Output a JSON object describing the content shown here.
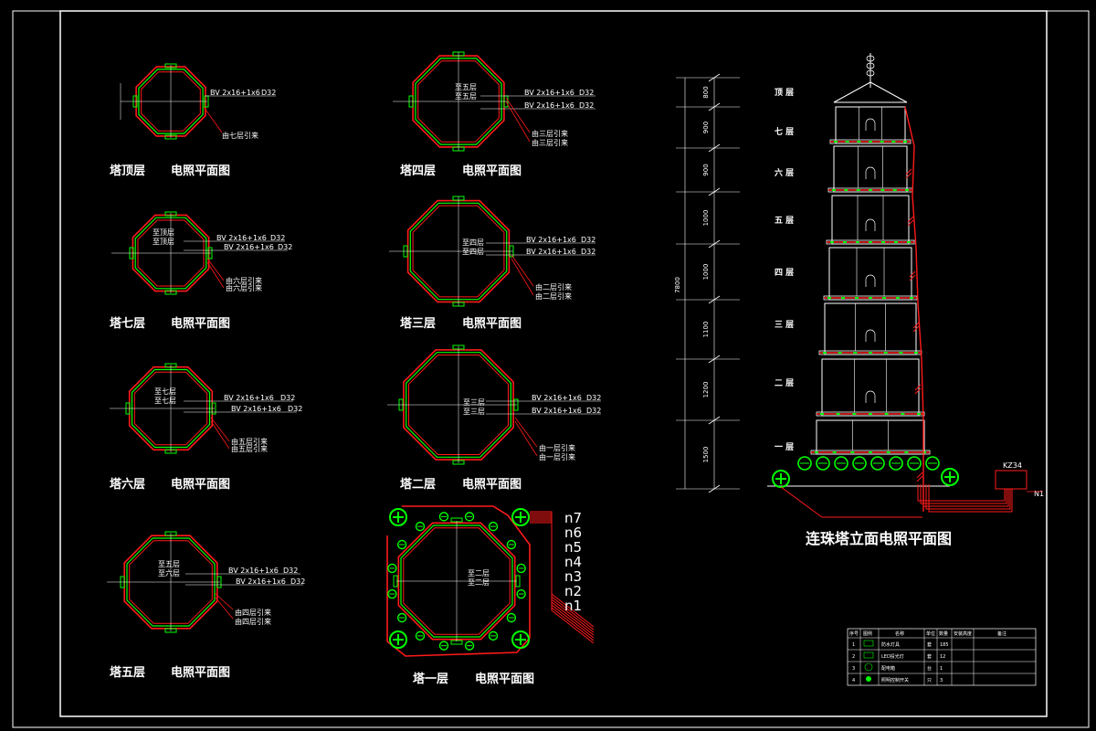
{
  "cable_spec": "BV 2x16+1x6",
  "conduit": "D32",
  "colors": {
    "wire": "#ff1a1a",
    "body": "#00ff00",
    "line": "#ffffff",
    "bg": "#000000"
  },
  "plans": {
    "top": {
      "title": "塔顶层",
      "subtitle": "电照平面图",
      "notes": [
        "由七层引来"
      ]
    },
    "seven": {
      "title": "塔七层",
      "subtitle": "电照平面图",
      "notes": [
        "至顶层",
        "至顶层",
        "由六层引来",
        "由六层引来"
      ]
    },
    "six": {
      "title": "塔六层",
      "subtitle": "电照平面图",
      "notes": [
        "至七层",
        "至七层",
        "由五层引来",
        "由五层引来"
      ]
    },
    "five": {
      "title": "塔五层",
      "subtitle": "电照平面图",
      "notes": [
        "至五层",
        "至六层",
        "由四层引来",
        "由四层引来"
      ]
    },
    "four": {
      "title": "塔四层",
      "subtitle": "电照平面图",
      "notes": [
        "至五层",
        "至五层",
        "由三层引来",
        "由三层引来"
      ]
    },
    "three": {
      "title": "塔三层",
      "subtitle": "电照平面图",
      "notes": [
        "至四层",
        "至四层",
        "由二层引来",
        "由二层引来"
      ]
    },
    "two": {
      "title": "塔二层",
      "subtitle": "电照平面图",
      "notes": [
        "至三层",
        "至三层",
        "由一层引来",
        "由一层引来"
      ]
    },
    "one": {
      "title": "塔一层",
      "subtitle": "电照平面图",
      "notes": [
        "至二层",
        "至二层"
      ],
      "circuits": [
        "n7",
        "n6",
        "n5",
        "n4",
        "n3",
        "n2",
        "n1"
      ]
    }
  },
  "elevation": {
    "title": "连珠塔立面电照平面图",
    "total_height": "7800",
    "segments": [
      "800",
      "900",
      "900",
      "1000",
      "1000",
      "1100",
      "1200",
      "1500"
    ],
    "levels": [
      "顶 层",
      "七 层",
      "六 层",
      "五 层",
      "四 层",
      "三 层",
      "二 层",
      "一 层"
    ],
    "box_label": "KZ34",
    "out_label": "N1"
  },
  "legend": {
    "headers": [
      "序号",
      "图例",
      "名称",
      "单位",
      "数量",
      "安装高度",
      "备注"
    ],
    "rows": [
      {
        "no": "1",
        "name": "防水灯具",
        "unit": "套",
        "qty": "185",
        "height": "",
        "note": ""
      },
      {
        "no": "2",
        "name": "LED投光灯",
        "unit": "套",
        "qty": "12",
        "height": "",
        "note": ""
      },
      {
        "no": "3",
        "name": "配电箱",
        "unit": "台",
        "qty": "1",
        "height": "",
        "note": ""
      },
      {
        "no": "4",
        "name": "照明控制开关",
        "unit": "只",
        "qty": "3",
        "height": "",
        "note": ""
      }
    ]
  }
}
